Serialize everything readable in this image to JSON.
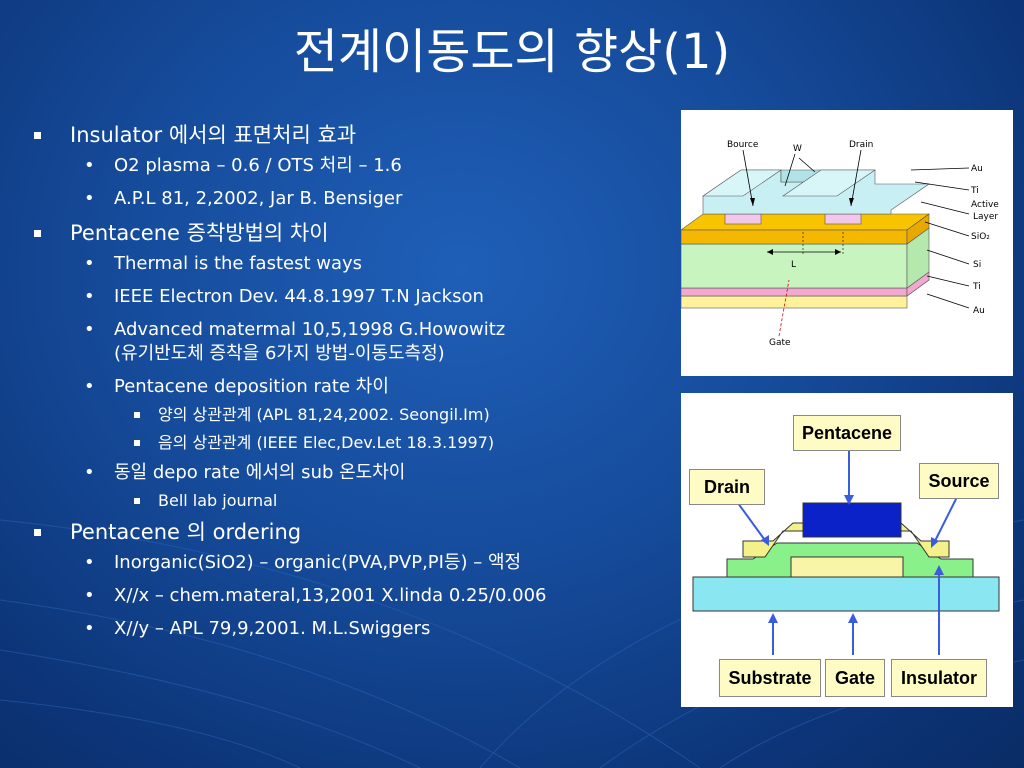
{
  "slide": {
    "title": "전계이동도의 향상(1)"
  },
  "bullets": [
    {
      "level": 1,
      "text": "Insulator 에서의 표면처리 효과"
    },
    {
      "level": 2,
      "text": "O2 plasma – 0.6 / OTS 처리 – 1.6"
    },
    {
      "level": 2,
      "text": "A.P.L 81, 2,2002, Jar B. Bensiger"
    },
    {
      "level": 1,
      "text": "Pentacene 증착방법의 차이"
    },
    {
      "level": 2,
      "text": "Thermal is the fastest ways"
    },
    {
      "level": 2,
      "text": "IEEE Electron Dev. 44.8.1997 T.N Jackson"
    },
    {
      "level": 2,
      "text": "Advanced matermal 10,5,1998 G.Howowitz",
      "text2": "(유기반도체 증착을 6가지 방법-이동도측정)"
    },
    {
      "level": 2,
      "text": "Pentacene deposition rate 차이"
    },
    {
      "level": 3,
      "text": "양의 상관관계 (APL 81,24,2002. Seongil.Im)"
    },
    {
      "level": 3,
      "text": "음의 상관관계 (IEEE Elec,Dev.Let 18.3.1997)"
    },
    {
      "level": 2,
      "text": "동일 depo rate 에서의 sub 온도차이"
    },
    {
      "level": 3,
      "text": "Bell lab journal"
    },
    {
      "level": 1,
      "text": "Pentacene 의 ordering"
    },
    {
      "level": 2,
      "text": "Inorganic(SiO2) – organic(PVA,PVP,PI등) – 액정"
    },
    {
      "level": 2,
      "text": "X//x – chem.materal,13,2001 X.linda 0.25/0.006"
    },
    {
      "level": 2,
      "text": "X//y – APL 79,9,2001. M.L.Swiggers"
    }
  ],
  "diagram1": {
    "labels": {
      "source": "Bource",
      "drain": "Drain",
      "w": "W",
      "l": "L",
      "gate": "Gate",
      "au_top": "Au",
      "ti_top": "Ti",
      "active": "Active",
      "layer": "Layer",
      "sio2": "SiO₂",
      "si": "Si",
      "ti_bottom": "Ti",
      "au_bottom": "Au"
    },
    "colors": {
      "contact": "#c8f0f4",
      "active": "#f2c8ea",
      "sio2": "#f5b800",
      "si": "#c8f4c0",
      "ti": "#f2a8d0",
      "au": "#fff29a"
    }
  },
  "diagram2": {
    "labels": {
      "pentacene": "Pentacene",
      "drain": "Drain",
      "source": "Source",
      "substrate": "Substrate",
      "gate": "Gate",
      "insulator": "Insulator"
    },
    "colors": {
      "pentacene": "#0a22c8",
      "contacts": "#f4f08a",
      "insulator": "#8af08a",
      "gate": "#f8f4a8",
      "substrate": "#8ae6f0",
      "arrow": "#3a5ce0"
    }
  }
}
